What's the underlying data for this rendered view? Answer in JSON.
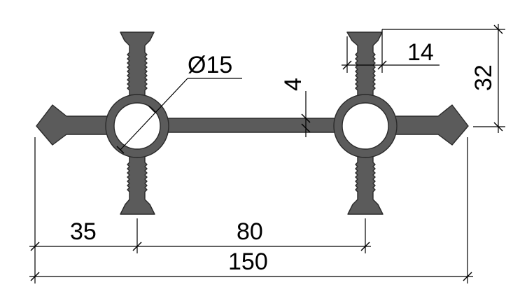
{
  "colors": {
    "profile_fill": "#5b5b5b",
    "profile_stroke": "#2a2a2a",
    "line": "#000000",
    "background": "#ffffff"
  },
  "dimensions": {
    "hole_diameter": "Ø15",
    "web_thickness": "4",
    "bulb_width": "14",
    "height": "32",
    "edge_to_bulb": "35",
    "bulb_spacing": "80",
    "overall_width": "150"
  }
}
